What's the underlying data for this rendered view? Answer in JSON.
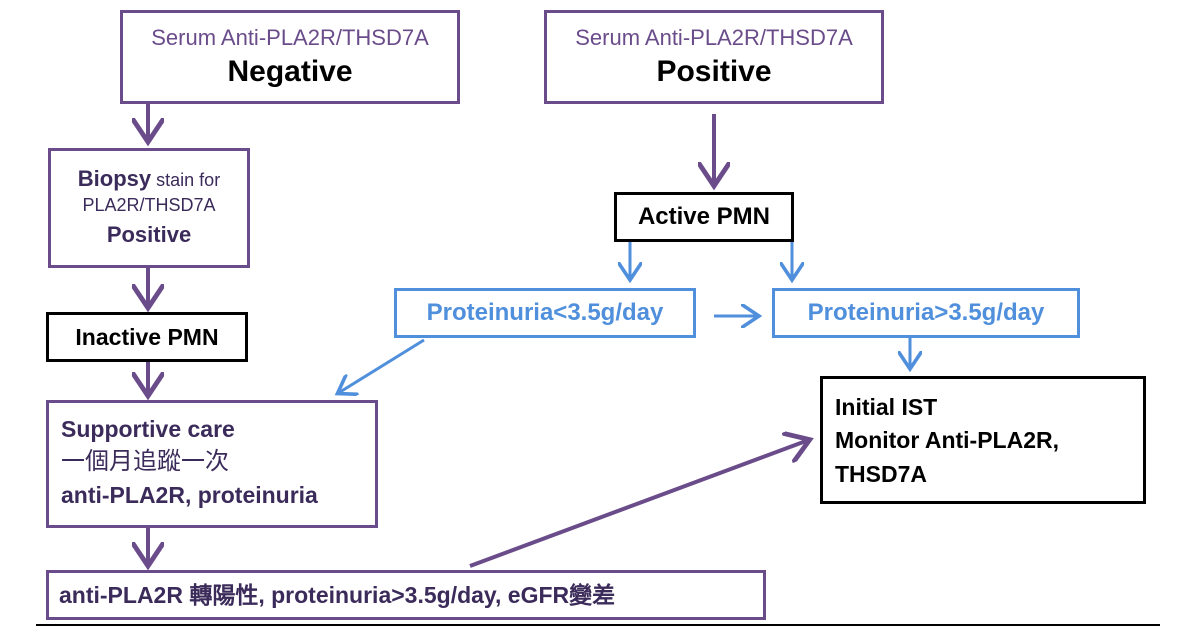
{
  "nodes": {
    "neg": {
      "line1": "Serum Anti-PLA2R/THSD7A",
      "line2": "Negative"
    },
    "pos": {
      "line1": "Serum Anti-PLA2R/THSD7A",
      "line2": "Positive"
    },
    "biopsy": {
      "bold": "Biopsy",
      "rest": " stain for",
      "line2": "PLA2R/THSD7A",
      "line3": "Positive"
    },
    "active": {
      "label": "Active PMN"
    },
    "inactive": {
      "label": "Inactive PMN"
    },
    "prot_low": {
      "label": "Proteinuria<3.5g/day"
    },
    "prot_high": {
      "label": "Proteinuria>3.5g/day"
    },
    "supportive": {
      "line1": "Supportive care",
      "line2": "一個月追蹤一次",
      "line3": "anti-PLA2R, proteinuria"
    },
    "ist": {
      "line1": "Initial IST",
      "line2": "Monitor Anti-PLA2R,",
      "line3": "THSD7A"
    },
    "bottom": {
      "label": "anti-PLA2R 轉陽性, proteinuria>3.5g/day, eGFR變差"
    }
  },
  "colors": {
    "purple": "#6b4c8a",
    "blue": "#4f8fdc",
    "black": "#000000"
  }
}
